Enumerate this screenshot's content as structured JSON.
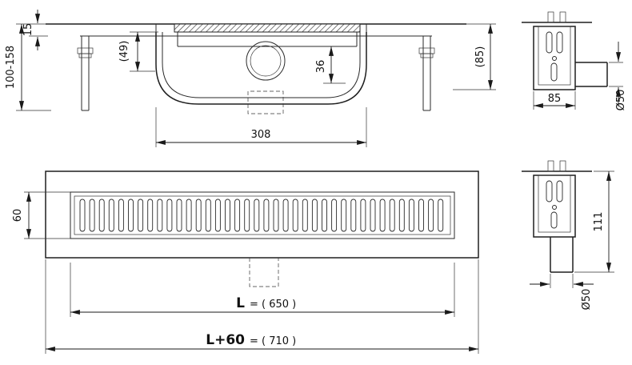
{
  "section_view": {
    "dim_installation_height": "100-158",
    "dim_flange_height": "15",
    "dim_body_depth": "(49)",
    "dim_outlet_offset": "36",
    "dim_body_length": "308",
    "dim_end_height": "(85)"
  },
  "end_view_top": {
    "dim_body_width": "85",
    "dim_pipe_diameter": "Ø50"
  },
  "plan_view": {
    "dim_grate_width": "60",
    "dim_length_symbol": "L",
    "dim_length_eq": "= ( 650 )",
    "dim_total_symbol": "L+60",
    "dim_total_eq": "= ( 710 )"
  },
  "end_view_bottom": {
    "dim_body_height": "111",
    "dim_pipe_diameter": "Ø50"
  }
}
